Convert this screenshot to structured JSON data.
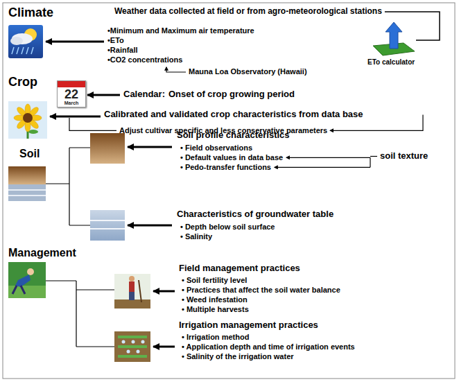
{
  "diagram": {
    "nodes": [
      {
        "text": [
          "22",
          "March"
        ]
      }
    ],
    "labels": [
      "Climate",
      "Weather data collected at field or from agro-meteorological stations",
      "•Minimum and Maximum air temperature",
      "•ETo",
      "•Rainfall",
      "•CO2 concentrations",
      "ETo calculator",
      "Mauna Loa Observatory (Hawaii)",
      "Crop",
      "Calendar:",
      "Onset of crop growing period",
      "Calibrated and validated crop characteristics from data base",
      "Adjust cultivar specific and less conservative parameters",
      "Soil",
      "Soil profile characteristics",
      "• Field observations",
      "• Default values in data base",
      "• Pedo-transfer functions",
      "soil texture",
      "Characteristics of groundwater table",
      "• Depth below soil surface",
      "• Salinity",
      "Management",
      "Field management practices",
      "• Soil fertility level",
      "• Practices that affect the soil water balance",
      "• Weed infestation",
      "• Multiple harvests",
      "Irrigation management practices",
      "• Irrigation method",
      "• Application depth and time of irrigation events",
      "• Salinity of the irrigation water"
    ]
  }
}
